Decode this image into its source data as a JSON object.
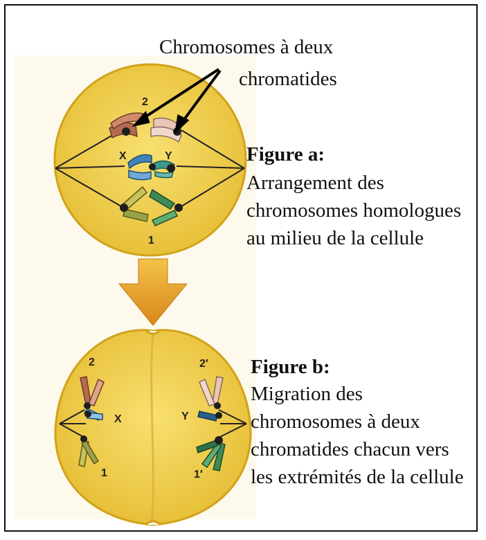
{
  "callout": {
    "line1": "Chromosomes à deux",
    "line2": "chromatides"
  },
  "figure_a": {
    "title": "Figure a:",
    "description": "Arrangement des chromosomes homologues au milieu de la cellule",
    "labels": {
      "pair_top": "2",
      "x": "X",
      "y": "Y",
      "pair_bottom": "1"
    }
  },
  "figure_b": {
    "title": "Figure b:",
    "description": "Migration des chromosomes à deux chromatides chacun vers les extrémités de la cellule",
    "labels": {
      "left_top": "2",
      "right_top": "2′",
      "x": "X",
      "y": "Y",
      "left_bottom": "1",
      "right_bottom": "1′"
    }
  },
  "colors": {
    "cell_fill": "#f2d24a",
    "cell_edge": "#d6a81c",
    "arrow": "#e7a322",
    "chrom_red": "#b46a52",
    "chrom_pink": "#e8b8a8",
    "chrom_blue": "#3f83b8",
    "chrom_teal": "#3f9a8e",
    "chrom_green": "#3d8a56",
    "chrom_olive": "#9aa24a",
    "centromere": "#1e1e1e"
  }
}
